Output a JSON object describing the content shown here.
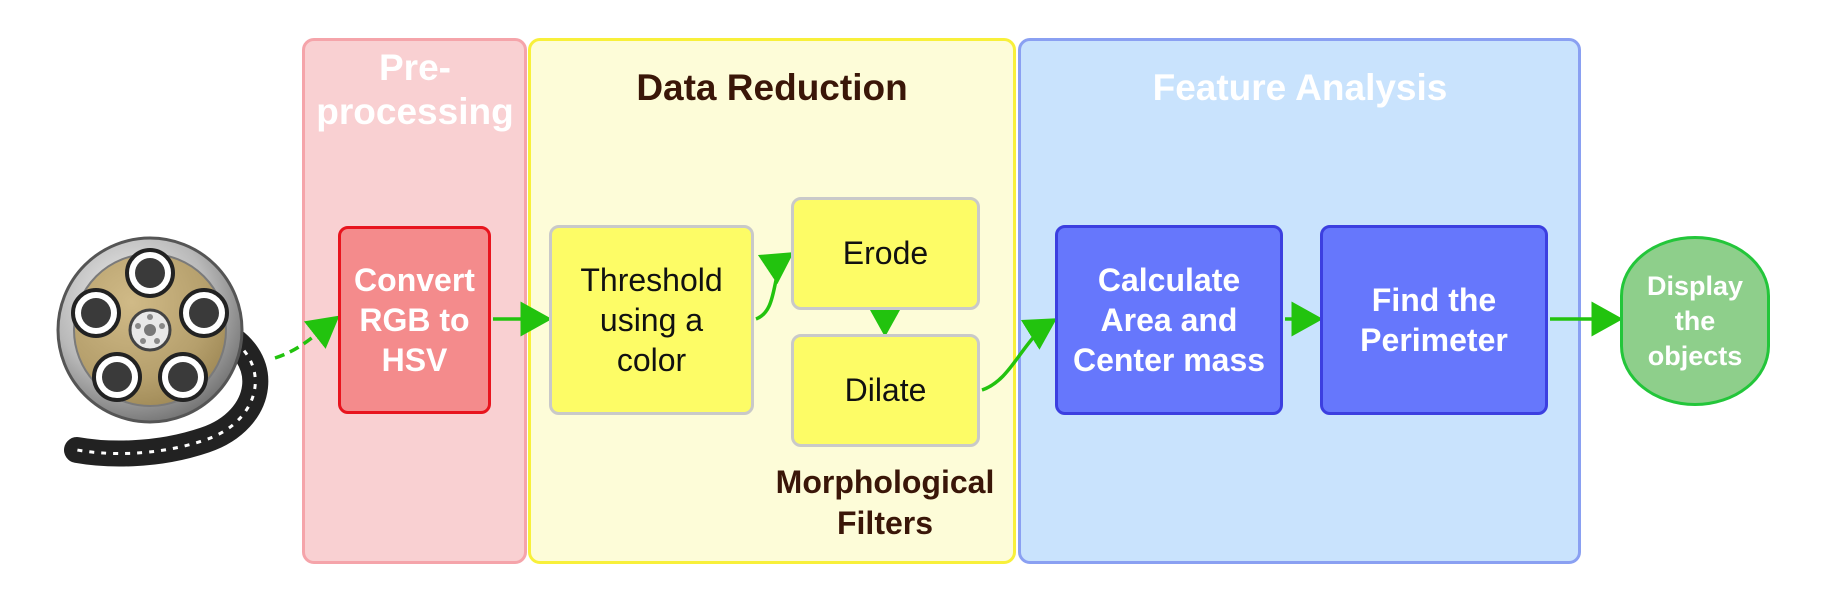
{
  "panels": {
    "preprocessing": {
      "title": "Pre-\nprocessing"
    },
    "data_reduction": {
      "title": "Data Reduction",
      "subgroup_label": "Morphological\nFilters"
    },
    "feature_analysis": {
      "title": "Feature Analysis"
    }
  },
  "nodes": {
    "convert": "Convert\nRGB to\nHSV",
    "threshold": "Threshold\nusing  a\ncolor",
    "erode": "Erode",
    "dilate": "Dilate",
    "calculate": "Calculate\nArea and\nCenter mass",
    "perimeter": "Find the\nPerimeter",
    "display": "Display\nthe\nobjects"
  },
  "icons": {
    "input": "film-reel-icon"
  },
  "colors": {
    "preprocessing_fill": "#f9d0d2",
    "data_reduction_fill": "#fdfcd8",
    "feature_analysis_fill": "#c9e3fd",
    "convert_fill": "#f48b8c",
    "filter_fill": "#fdfc66",
    "analysis_fill": "#6677fc",
    "output_fill": "#8ecf8b",
    "arrow": "#22c30e"
  }
}
